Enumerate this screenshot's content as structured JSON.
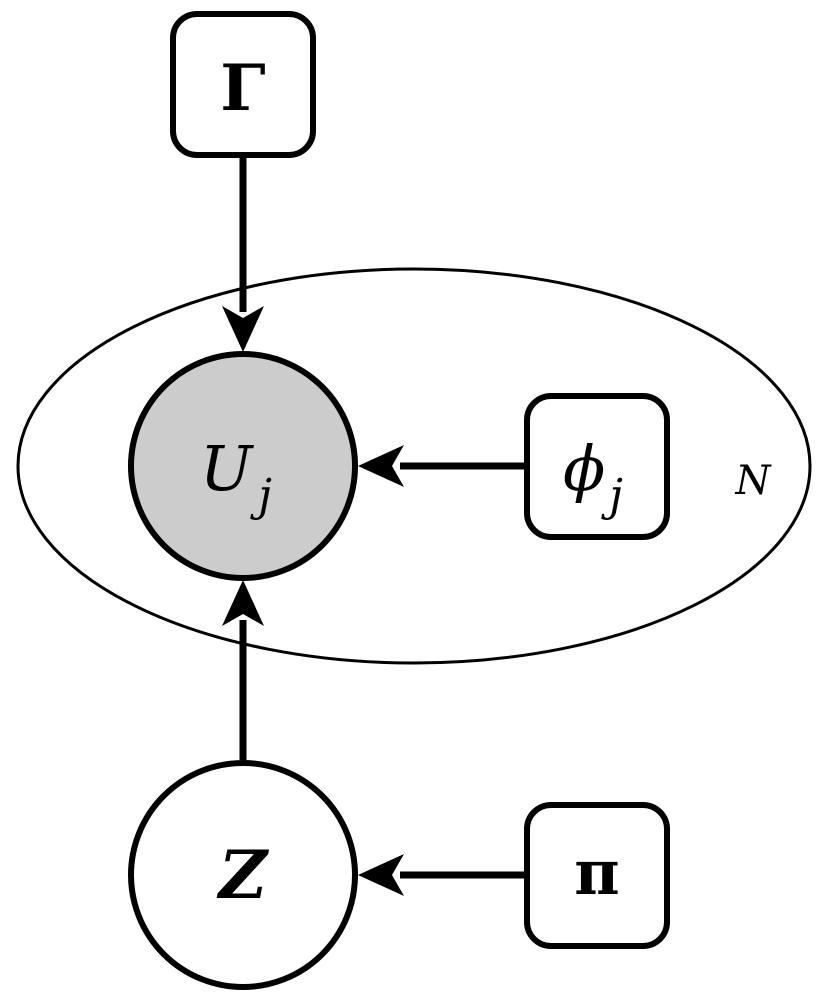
{
  "colors": {
    "stroke": "#000000",
    "background": "#ffffff",
    "observed_fill": "#cccccc"
  },
  "nodes": {
    "gamma": {
      "label": "Γ"
    },
    "u": {
      "label": "U",
      "subscript": "j"
    },
    "phi": {
      "label": "ϕ",
      "subscript": "j"
    },
    "z": {
      "label": "Z"
    },
    "pi": {
      "label": "π"
    }
  },
  "plate": {
    "label": "N"
  }
}
